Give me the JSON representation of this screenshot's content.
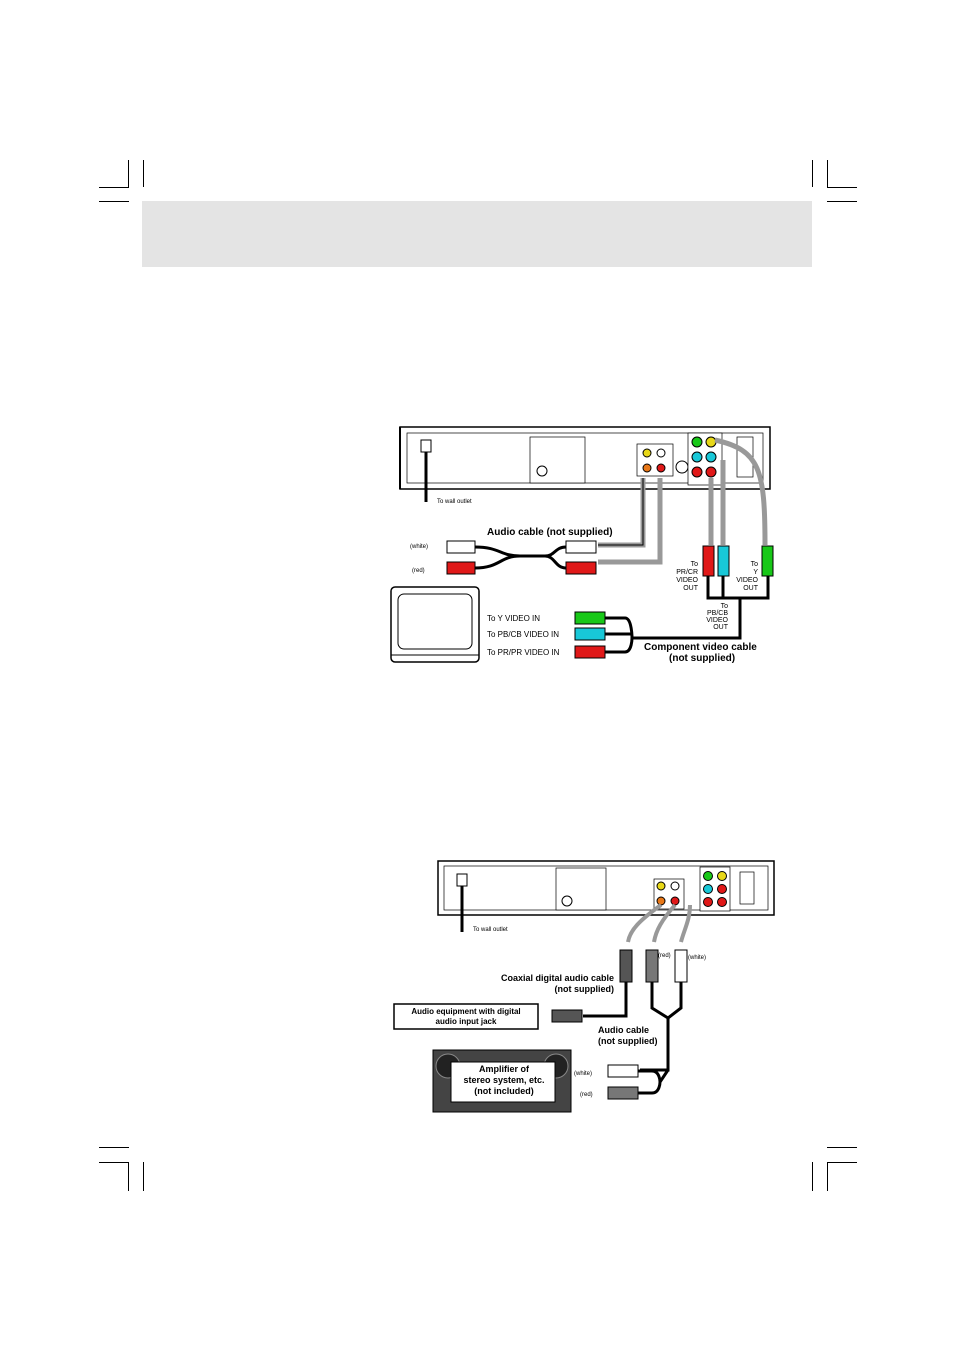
{
  "diagram1": {
    "wall_outlet": "To wall outlet",
    "audio_cable": "Audio cable (not supplied)",
    "white": "(white)",
    "red": "(red)",
    "to_pr_out": [
      "To",
      "PR/CR",
      "VIDEO",
      "OUT"
    ],
    "to_y_out": [
      "To",
      "Y",
      "VIDEO",
      "OUT"
    ],
    "to_pb_out": [
      "To",
      "PB/CB",
      "VIDEO",
      "OUT"
    ],
    "tv_in": [
      "To Y VIDEO IN",
      "To PB/CB VIDEO IN",
      "To PR/PR VIDEO IN"
    ],
    "component_cable": [
      "Component video cable",
      "(not supplied)"
    ]
  },
  "diagram2": {
    "wall_outlet": "To wall outlet",
    "red": "(red)",
    "white": "(white)",
    "coax_cable": [
      "Coaxial digital audio cable",
      "(not supplied)"
    ],
    "audio_equipment": [
      "Audio equipment with digital",
      "audio input jack"
    ],
    "audio_cable": [
      "Audio cable",
      "(not supplied)"
    ],
    "amplifier": [
      "Amplifier of",
      "stereo system, etc.",
      "(not included)"
    ],
    "amp_white": "(white)",
    "amp_red": "(red)"
  },
  "colors": {
    "green": "#18c818",
    "cyan": "#18c8d8",
    "red": "#e01818",
    "yellow": "#e8d818",
    "orange": "#e87818",
    "band": "#e4e4e4"
  }
}
